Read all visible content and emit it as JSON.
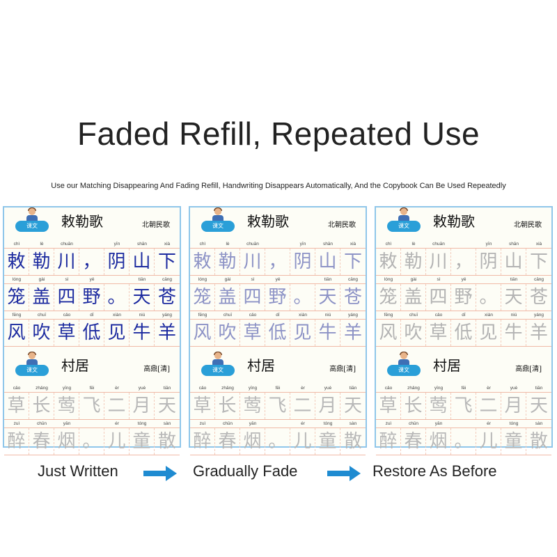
{
  "headline": "Faded Refill, Repeated Use",
  "subheadline": "Use our Matching Disappearing And Fading Refill, Handwriting Disappears Automatically, And the Copybook Can Be Used Repeatedly",
  "badge_label": "课文",
  "poem1": {
    "title": "敕勒歌",
    "author": "北朝民歌",
    "rows": [
      {
        "pinyin": [
          "chì",
          "lè",
          "chuān",
          "",
          "yīn",
          "shān",
          "xià"
        ],
        "chars": [
          "敕",
          "勒",
          "川",
          "，",
          "阴",
          "山",
          "下"
        ]
      },
      {
        "pinyin": [
          "lóng",
          "gài",
          "sì",
          "yě",
          "",
          "tiān",
          "cāng"
        ],
        "chars": [
          "笼",
          "盖",
          "四",
          "野",
          "。",
          "天",
          "苍"
        ]
      },
      {
        "pinyin": [
          "fēng",
          "chuī",
          "cǎo",
          "dī",
          "xiàn",
          "niú",
          "yáng"
        ],
        "chars": [
          "风",
          "吹",
          "草",
          "低",
          "见",
          "牛",
          "羊"
        ]
      }
    ]
  },
  "poem2": {
    "title": "村居",
    "author": "高鼎[清]",
    "rows": [
      {
        "pinyin": [
          "cǎo",
          "zhǎng",
          "yīng",
          "fēi",
          "èr",
          "yuè",
          "tiān"
        ],
        "chars": [
          "草",
          "长",
          "莺",
          "飞",
          "二",
          "月",
          "天"
        ]
      },
      {
        "pinyin": [
          "zuì",
          "chūn",
          "yān",
          "",
          "ér",
          "tóng",
          "sàn"
        ],
        "chars": [
          "醉",
          "春",
          "烟",
          "。",
          "儿",
          "童",
          "散"
        ]
      }
    ]
  },
  "stages": [
    {
      "caption": "Just Written",
      "ink": "#1d2ba0"
    },
    {
      "caption": "Gradually Fade",
      "ink": "#8d93c6"
    },
    {
      "caption": "Restore As Before",
      "ink": "#b3b3b3"
    }
  ],
  "colors": {
    "arrow": "#1f8bd1",
    "panel_border": "#8fc6ea",
    "badge": "#2a9fd8"
  }
}
